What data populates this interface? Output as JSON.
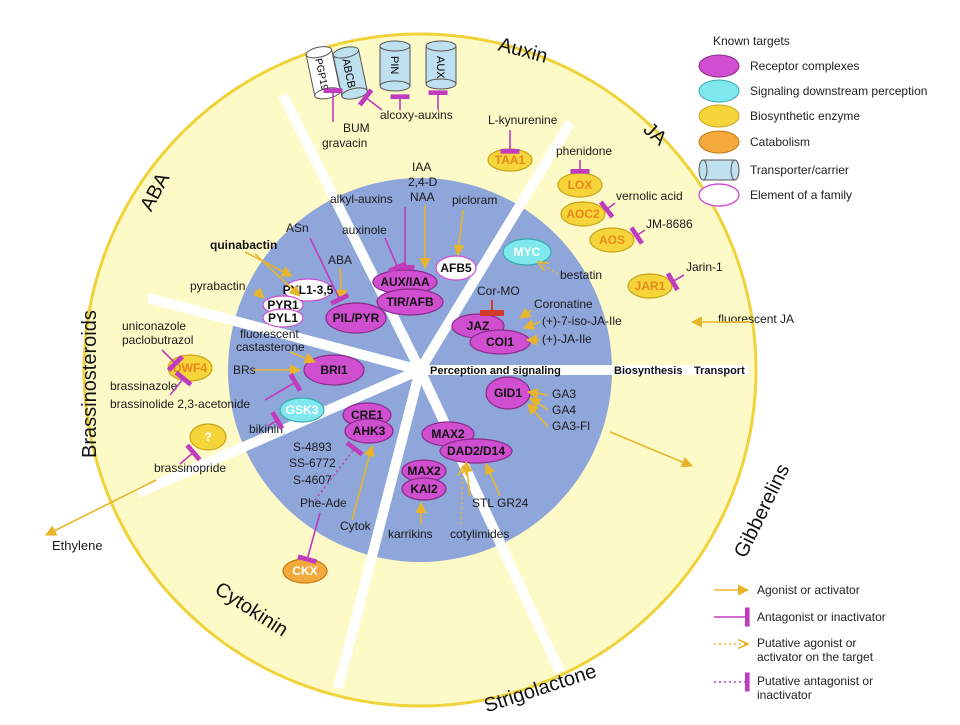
{
  "sectors": {
    "auxin": "Auxin",
    "ja": "JA",
    "aba": "ABA",
    "brassinosteroids": "Brassinosteroids",
    "cytokinin": "Cytokinin",
    "strigolactone": "Strigolactone",
    "gibberelins": "Gibberelins"
  },
  "bands": {
    "perception": "Perception and signaling",
    "biosynthesis": "Biosynthesis",
    "transport": "Transport"
  },
  "external": {
    "ethylene": "Ethylene"
  },
  "nodes": {
    "pgp19": "PGP19",
    "abcb": "ABCB",
    "pin": "PIN",
    "aux": "AUX",
    "taa1": "TAA1",
    "lox": "LOX",
    "aoc2": "AOC2",
    "aos": "AOS",
    "jar1": "JAR1",
    "myc": "MYC",
    "afb5": "AFB5",
    "aux_iaa": "AUX/IAA",
    "tir_afb": "TIR/AFB",
    "jaz": "JAZ",
    "coi1": "COI1",
    "pyl135": "PYL1-3,5",
    "pyr1": "PYR1",
    "pyl1": "PYL1",
    "pil_pyr": "PIL/PYR",
    "dwf4": "DWF4",
    "bri1": "BRI1",
    "gsk3": "GSK3",
    "unknown": "?",
    "cre1": "CRE1",
    "ahk3": "AHK3",
    "gid1": "GID1",
    "max2_a": "MAX2",
    "dad2": "DAD2/D14",
    "max2_b": "MAX2",
    "kai2": "KAI2",
    "ckx": "CKX"
  },
  "chemicals": {
    "bum": "BUM",
    "gravacin": "gravacin",
    "alcoxy_auxins": "alcoxy-auxins",
    "l_kynurenine": "L-kynurenine",
    "phenidone": "phenidone",
    "vernolic_acid": "vernolic acid",
    "jm8686": "JM-8686",
    "jarin1": "Jarin-1",
    "fluorescent_ja": "fluorescent JA",
    "bestatin": "bestatin",
    "iaa": "IAA",
    "d24": "2,4-D",
    "naa": "NAA",
    "alkyl_auxins": "alkyl-auxins",
    "picloram": "picloram",
    "auxinole": "auxinole",
    "cor_mo": "Cor-MO",
    "coronatine": "Coronatine",
    "iso_ja_ile": "(+)-7-iso-JA-Ile",
    "ja_ile": "(+)-JA-Ile",
    "asn": "ASn",
    "quinabactin": "quinabactin",
    "aba": "ABA",
    "pyrabactin": "pyrabactin",
    "uniconazole": "uniconazole",
    "paclobutrazol": "paclobutrazol",
    "fluorescent_castasterone_1": "fluorescent",
    "fluorescent_castasterone_2": "castasterone",
    "brs": "BRs",
    "brassinazole": "brassinazole",
    "brassinolide": "brassinolide 2,3-acetonide",
    "bikinin": "bikinin",
    "brassinopride": "brassinopride",
    "s4893": "S-4893",
    "ss6772": "SS-6772",
    "s4607": "S-4607",
    "phe_ade": "Phe-Ade",
    "cytok": "Cytok",
    "karrikins": "karrikins",
    "stl": "STL",
    "gr24": "GR24",
    "cotylimides": "cotylimides",
    "ga3": "GA3",
    "ga4": "GA4",
    "ga3fl": "GA3-Fl"
  },
  "legend": {
    "title": "Known targets",
    "receptor": "Receptor complexes",
    "signaling": "Signaling downstream perception",
    "biosynthetic": "Biosynthetic enzyme",
    "catabolism": "Catabolism",
    "transporter": "Transporter/carrier",
    "family": "Element of a family",
    "agonist": "Agonist or activator",
    "antagonist": "Antagonist or inactivator",
    "putative_agonist_1": "Putative agonist or",
    "putative_agonist_2": "activator on the target",
    "putative_antagonist_1": "Putative antagonist or",
    "putative_antagonist_2": "inactivator"
  },
  "colors": {
    "outer_fill": "#fefac8",
    "outer_ring": "#f0d23a",
    "inner_fill": "#8ea6d9",
    "receptor": "#cf4fd0",
    "signaling": "#7fe8ee",
    "biosynthetic": "#f5d53a",
    "catabolism": "#f3a93c",
    "transporter": "#bfe0ef",
    "agonist": "#e8b52a",
    "antagonist": "#c13bbf",
    "enzyme_text": "#e8881a"
  }
}
